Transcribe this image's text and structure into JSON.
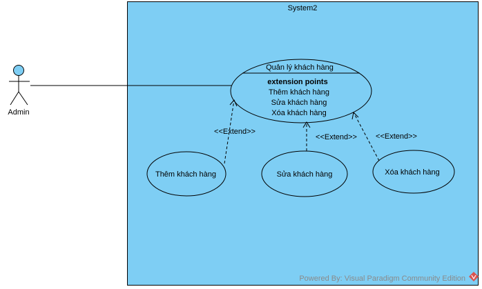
{
  "diagram": {
    "system_title": "System2",
    "actor": {
      "name": "Admin"
    },
    "main_use_case": {
      "name": "Quản lý khách hàng",
      "extension_points_label": "extension points",
      "extension_points": [
        "Thêm khách hàng",
        "Sửa khách hàng",
        "Xóa khách hàng"
      ]
    },
    "extending_use_cases": [
      {
        "name": "Thêm khách hàng",
        "relation": "<<Extend>>"
      },
      {
        "name": "Sửa khách hàng",
        "relation": "<<Extend>>"
      },
      {
        "name": "Xóa khách hàng",
        "relation": "<<Extend>>"
      }
    ],
    "watermark": "Powered By: Visual Paradigm Community Edition",
    "colors": {
      "system_fill": "#7ecef4",
      "actor_head": "#7ecef4",
      "line": "#000000",
      "watermark_logo": "#d9534f"
    }
  }
}
